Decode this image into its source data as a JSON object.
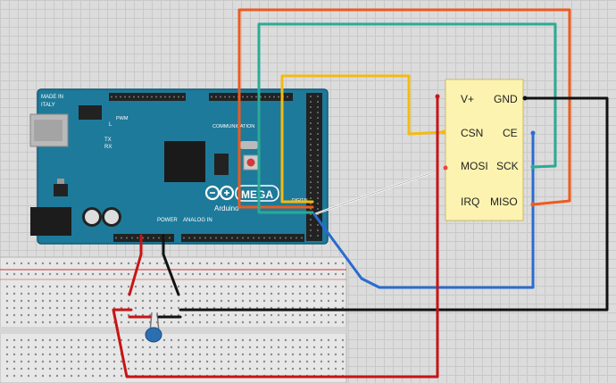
{
  "board": {
    "made_in_1": "MADE IN",
    "made_in_2": "ITALY",
    "pwm": "PWM",
    "tx": "TX",
    "rx": "RX",
    "l": "L",
    "communication": "COMMUNICATION",
    "digital": "DIGITAL",
    "power": "POWER",
    "analog_in": "ANALOG IN",
    "arduino": "Arduino",
    "mega": "MEGA"
  },
  "module": {
    "pins": {
      "vplus": "V+",
      "gnd": "GND",
      "csn": "CSN",
      "ce": "CE",
      "mosi": "MOSI",
      "sck": "SCK",
      "irq": "IRQ",
      "miso": "MISO"
    },
    "color": "#fcf3b0"
  },
  "colors": {
    "board": "#1e7a9a",
    "wire_red": "#c81414",
    "wire_black": "#111111",
    "wire_orange": "#ee5a1e",
    "wire_teal": "#2aab96",
    "wire_yellow": "#f4bb10",
    "wire_blue": "#2a6bd0",
    "wire_white": "#f4f4f4",
    "capacitor": "#2c6fb0"
  }
}
